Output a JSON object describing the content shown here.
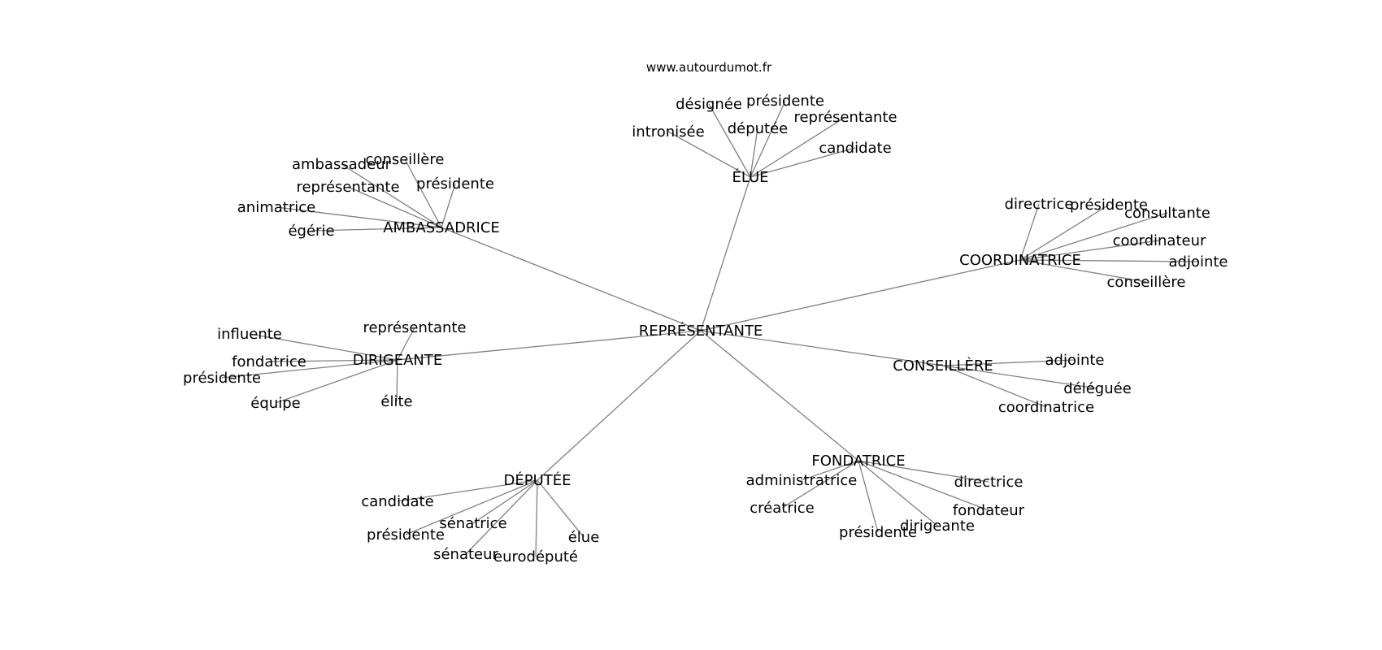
{
  "credit": "www.autourdumot.fr",
  "center": {
    "label": "REPRÉSENTANTE"
  },
  "clusters": [
    {
      "label": "ÉLUE",
      "children": [
        "intronisée",
        "désignée",
        "députée",
        "présidente",
        "représentante",
        "candidate"
      ]
    },
    {
      "label": "AMBASSADRICE",
      "children": [
        "ambassadeur",
        "conseillère",
        "représentante",
        "présidente",
        "animatrice",
        "égérie"
      ]
    },
    {
      "label": "COORDINATRICE",
      "children": [
        "directrice",
        "présidente",
        "consultante",
        "coordinateur",
        "adjointe",
        "conseillère"
      ]
    },
    {
      "label": "DIRIGEANTE",
      "children": [
        "influente",
        "représentante",
        "fondatrice",
        "présidente",
        "équipe",
        "élite"
      ]
    },
    {
      "label": "CONSEILLÈRE",
      "children": [
        "adjointe",
        "déléguée",
        "coordinatrice"
      ]
    },
    {
      "label": "DÉPUTÉE",
      "children": [
        "candidate",
        "sénatrice",
        "présidente",
        "élue",
        "sénateur",
        "eurodéputé"
      ]
    },
    {
      "label": "FONDATRICE",
      "children": [
        "administratrice",
        "directrice",
        "créatrice",
        "fondateur",
        "dirigeante",
        "présidente"
      ]
    }
  ]
}
